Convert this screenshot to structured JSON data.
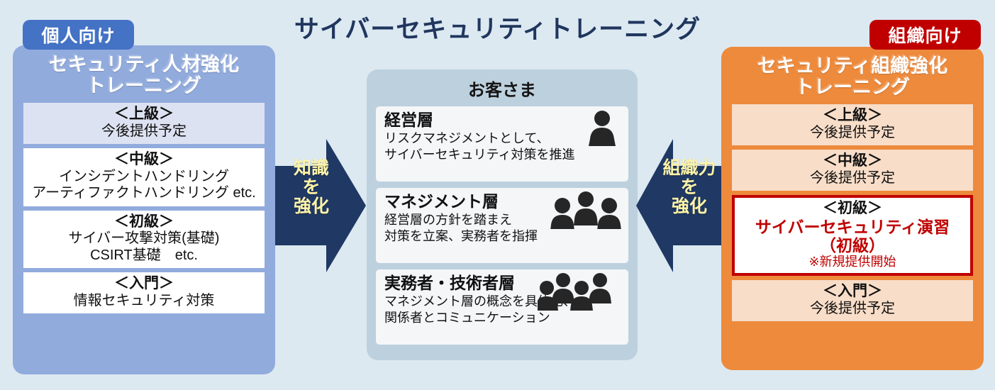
{
  "title": "サイバーセキュリティトレーニング",
  "colors": {
    "background": "#dce9f1",
    "left_panel": "#91abdd",
    "left_badge": "#4472c4",
    "right_panel": "#ed8a3c",
    "right_badge": "#c00000",
    "center_panel": "#bdd0dd",
    "arrow": "#1f3864",
    "arrow_text": "#fdf3a8",
    "highlight_border": "#c00000",
    "title_text": "#20365e"
  },
  "left": {
    "badge": "個人向け",
    "heading_line1": "セキュリティ人材強化",
    "heading_line2": "トレーニング",
    "cells": [
      {
        "level": "＜上級＞",
        "desc_lines": [
          "今後提供予定"
        ],
        "tinted": true
      },
      {
        "level": "＜中級＞",
        "desc_lines": [
          "インシデントハンドリング",
          "アーティファクトハンドリング etc."
        ],
        "tinted": false
      },
      {
        "level": "＜初級＞",
        "desc_lines": [
          "サイバー攻撃対策(基礎)",
          "CSIRT基礎　etc."
        ],
        "tinted": false
      },
      {
        "level": "＜入門＞",
        "desc_lines": [
          "情報セキュリティ対策"
        ],
        "tinted": false
      }
    ]
  },
  "right": {
    "badge": "組織向け",
    "heading_line1": "セキュリティ組織強化",
    "heading_line2": "トレーニング",
    "cells": [
      {
        "level": "＜上級＞",
        "desc_lines": [
          "今後提供予定"
        ],
        "highlight": false
      },
      {
        "level": "＜中級＞",
        "desc_lines": [
          "今後提供予定"
        ],
        "highlight": false
      },
      {
        "level": "＜初級＞",
        "course_lines": [
          "サイバーセキュリティ演習",
          "（初級）"
        ],
        "note": "※新規提供開始",
        "highlight": true
      },
      {
        "level": "＜入門＞",
        "desc_lines": [
          "今後提供予定"
        ],
        "highlight": false
      }
    ]
  },
  "center": {
    "title": "お客さま",
    "layers": [
      {
        "name": "経営層",
        "text_lines": [
          "リスクマネジメントとして、",
          "サイバーセキュリティ対策を推進"
        ],
        "icon": "person-single-icon",
        "person_count": 1
      },
      {
        "name": "マネジメント層",
        "text_lines": [
          "経営層の方針を踏まえ",
          "対策を立案、実務者を指揮"
        ],
        "icon": "person-group-three-icon",
        "person_count": 3
      },
      {
        "name": "実務者・技術者層",
        "text_lines": [
          "マネジメント層の概念を具体化、",
          "関係者とコミュニケーション"
        ],
        "icon": "person-group-four-icon",
        "person_count": 4
      }
    ]
  },
  "arrows": {
    "left": {
      "direction": "right",
      "lines": [
        "知識",
        "を",
        "強化"
      ]
    },
    "right": {
      "direction": "left",
      "lines": [
        "組織力",
        "を",
        "強化"
      ]
    }
  }
}
